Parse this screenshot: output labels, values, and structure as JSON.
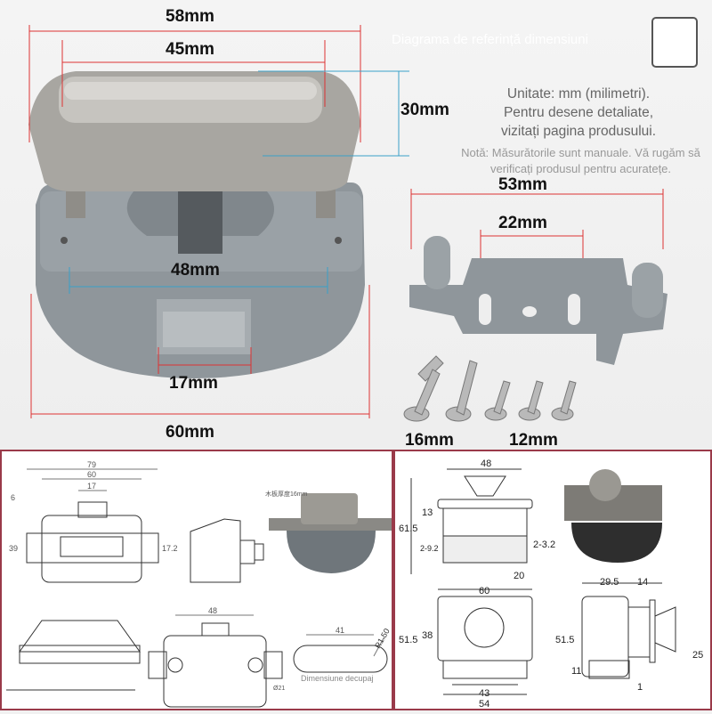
{
  "header": {
    "title": "Diagrama de referință dimensiuni"
  },
  "note": {
    "unit": "Unitate: mm (milimetri).",
    "detail_line1": "Pentru desene detaliate,",
    "detail_line2": "vizitați pagina produsului.",
    "disclaimer": "Notă: Măsurătorile sunt manuale. Vă rugăm să verificați produsul pentru acuratețe."
  },
  "photo_dims": {
    "width_top": "58mm",
    "button_width": "45mm",
    "height": "30mm",
    "base_width": "48mm",
    "bolt_width": "17mm",
    "bottom_width": "60mm",
    "strike_width": "53mm",
    "strike_slot": "22mm",
    "screw_long": "16mm",
    "screw_short": "12mm"
  },
  "drawing_left": {
    "d79": "79",
    "d60": "60",
    "d17": "17",
    "d6": "6",
    "d39": "39",
    "d17_2": "17.2",
    "board": "木板厚度16mm",
    "d48": "48",
    "d41": "41",
    "r": "R1.50",
    "dia": "Ø21",
    "cutout": "Dimensiune decupaj"
  },
  "drawing_right": {
    "d48": "48",
    "d61_5": "61.5",
    "d13": "13",
    "d2_9_2": "2-9.2",
    "d2_3_2": "2-3.2",
    "d20": "20",
    "d60": "60",
    "d38": "38",
    "d51_5a": "51.5",
    "d43": "43",
    "d54": "54",
    "d29_5": "29.5",
    "d14": "14",
    "d51_5b": "51.5",
    "d25": "25",
    "d11": "11",
    "d1": "1"
  },
  "colors": {
    "frame": "#9a3a4a",
    "plastic": "#8c9398",
    "metal": "#a9a7a2",
    "dim_line_red": "#d33",
    "dim_line_blue": "#3aa0c8"
  }
}
